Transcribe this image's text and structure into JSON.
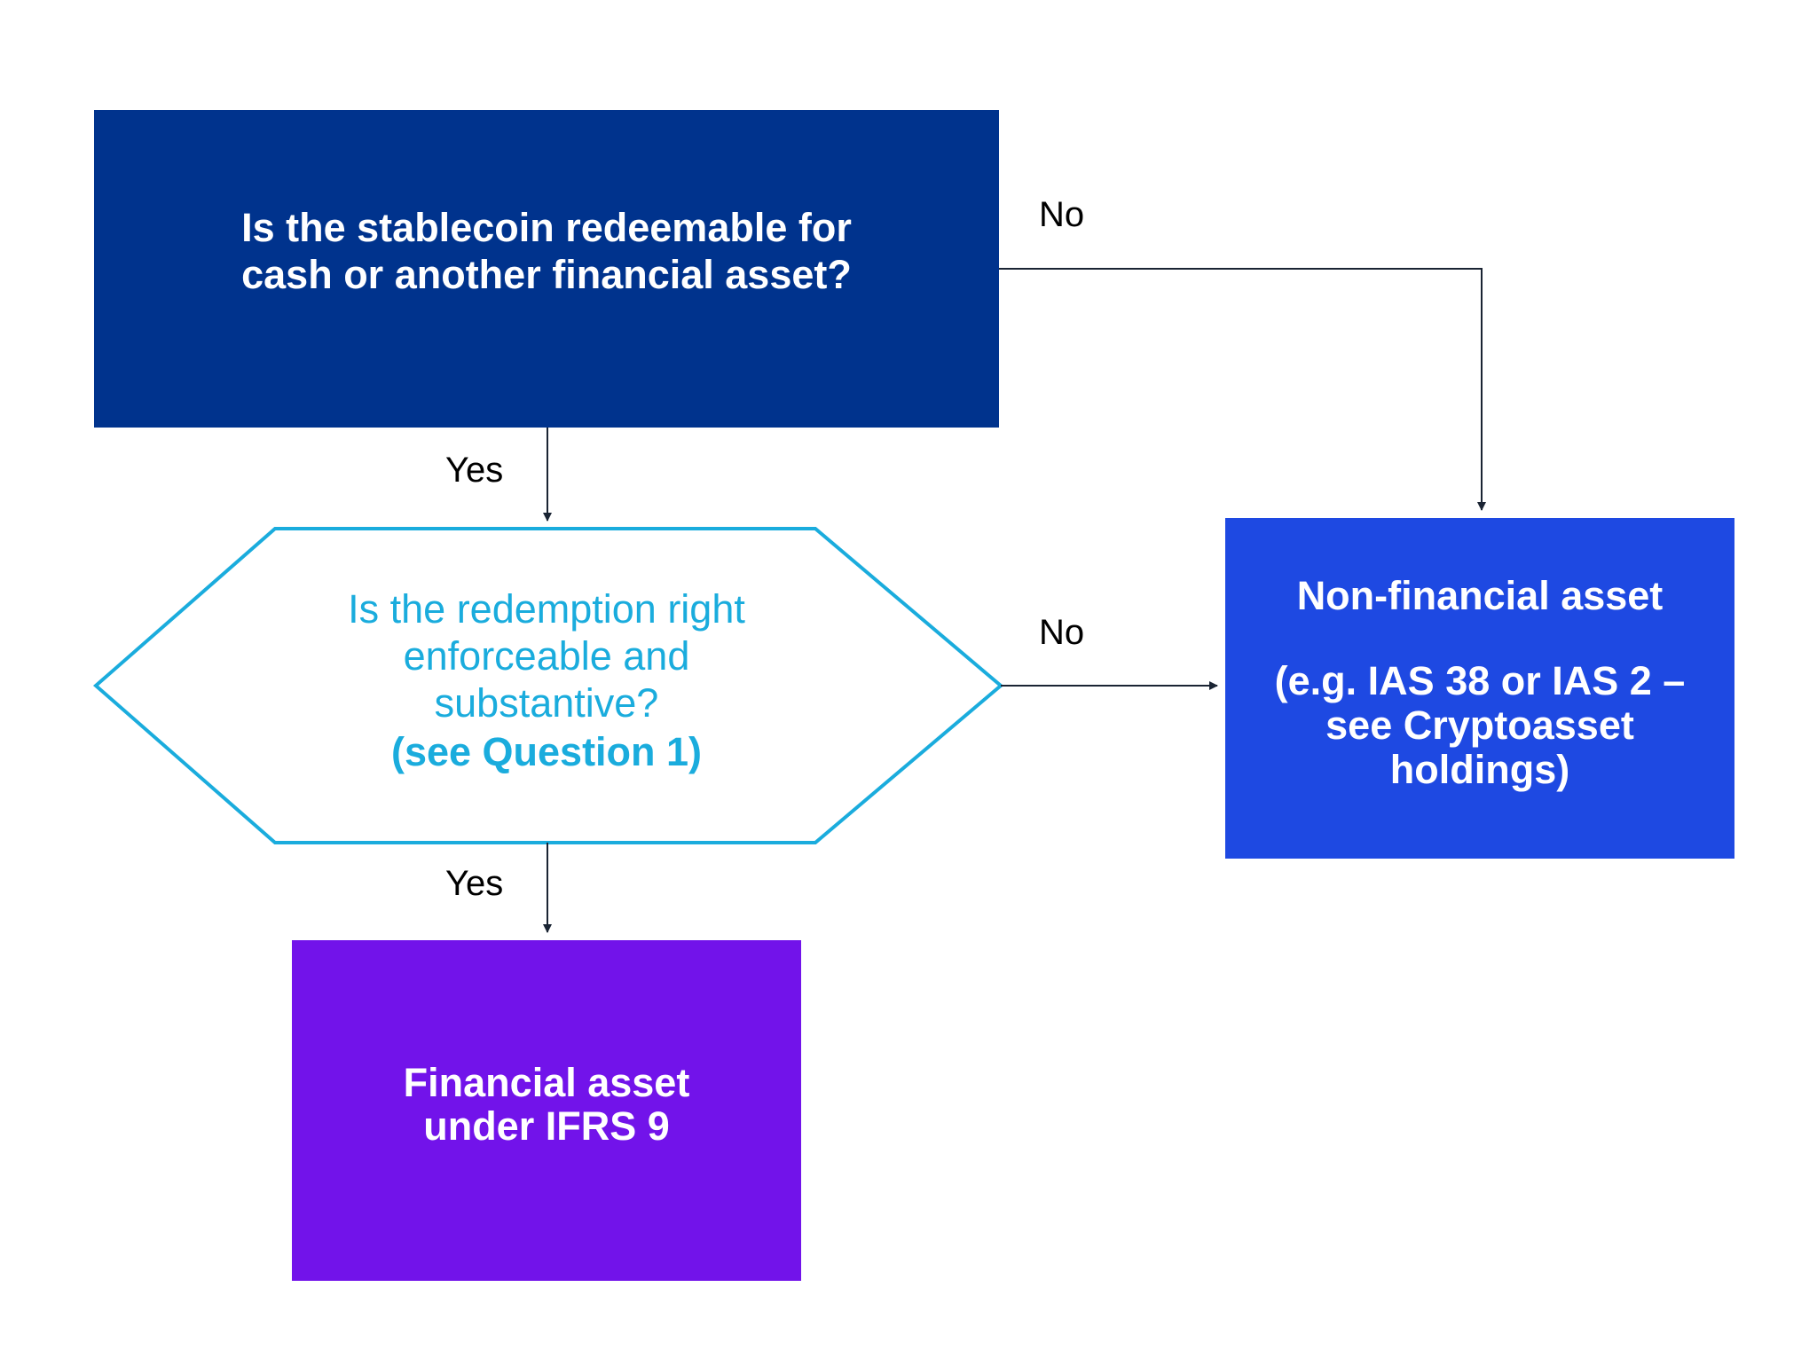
{
  "nodes": {
    "q1": {
      "lines": [
        "Is the stablecoin redeemable for",
        "cash or another financial asset?"
      ]
    },
    "q2": {
      "lines": [
        "Is the redemption right",
        "enforceable and",
        "substantive?"
      ],
      "reference": "(see Question 1)"
    },
    "non_financial": {
      "title": "Non-financial asset",
      "lines": [
        "(e.g. IAS 38 or IAS 2 –",
        "see Cryptoasset",
        "holdings)"
      ]
    },
    "financial": {
      "lines": [
        "Financial asset",
        "under IFRS 9"
      ]
    }
  },
  "edges": {
    "q1_no": "No",
    "q1_yes": "Yes",
    "q2_no": "No",
    "q2_yes": "Yes"
  },
  "colors": {
    "q1_fill": "#00338D",
    "q2_outline": "#1AACDD",
    "non_financial_fill": "#1E49E2",
    "financial_fill": "#7213EA",
    "connector": "#1A2433"
  }
}
